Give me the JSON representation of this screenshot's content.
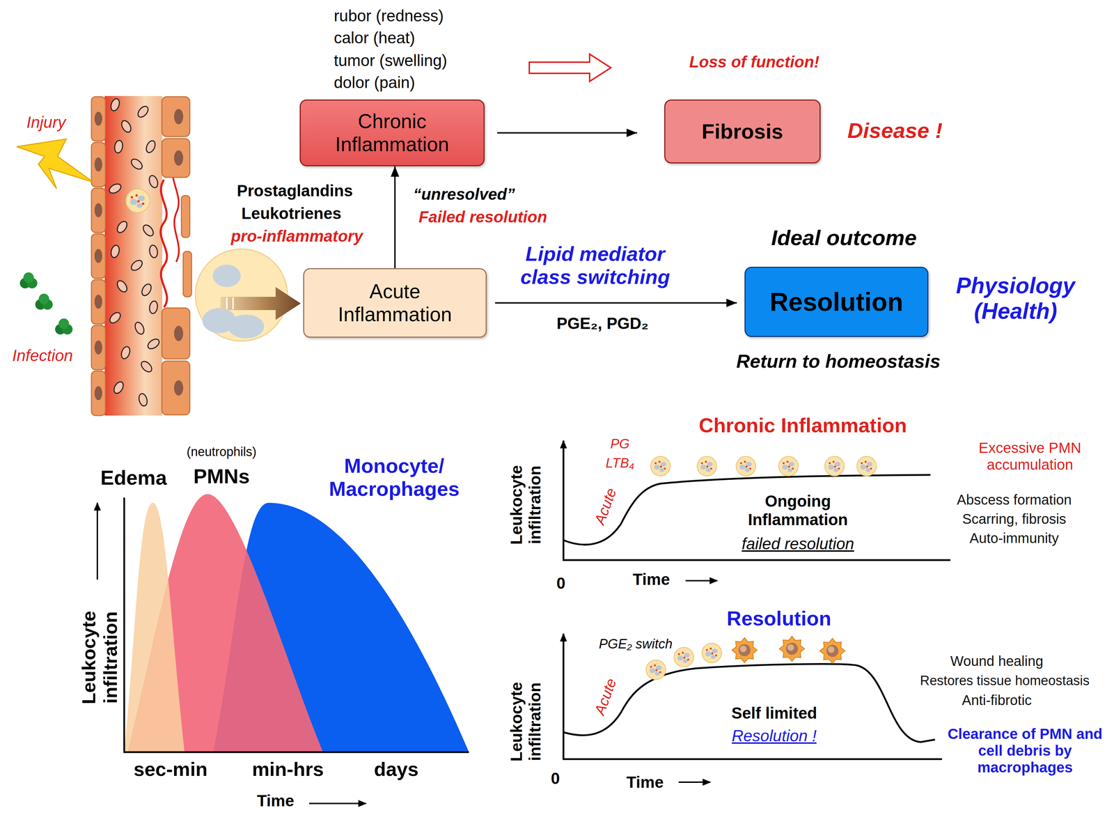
{
  "diagram": {
    "nodes": [
      {
        "text": [
          "Chronic Inflammation"
        ]
      },
      {
        "text": [
          "Fibrosis"
        ]
      },
      {
        "text": [
          "Acute Inflammation"
        ]
      },
      {
        "text": [
          "Resolution"
        ]
      }
    ],
    "edges": [
      {
        "from": 2,
        "to": 0,
        "arrow": "to"
      },
      {
        "from": 0,
        "to": 1,
        "arrow": "to"
      },
      {
        "from": 2,
        "to": 3,
        "arrow": "to"
      }
    ],
    "labels": [
      "Injury",
      "Infection",
      "rubor (redness)",
      "calor (heat)",
      "tumor (swelling)",
      "dolor (pain)",
      "Loss of function!",
      "Disease !",
      "Prostaglandins",
      "Leukotrienes",
      "pro-inflammatory",
      "“unresolved”",
      "Failed resolution",
      "Ideal outcome",
      "Lipid mediator class switching",
      "PGE₂, PGD₂",
      "Physiology (Health)",
      "Return to homeostasis",
      "Edema",
      "(neutrophils)",
      "PMNs",
      "Monocyte/ Macrophages",
      "Leukocyte infiltration",
      "sec-min",
      "min-hrs",
      "days",
      "Time",
      "Chronic Inflammation",
      "PG",
      "LTB₄",
      "Acute",
      "Ongoing Inflammation",
      "failed resolution",
      "Excessive PMN accumulation",
      "Abscess formation",
      "Scarring, fibrosis",
      "Auto-immunity",
      "Leukocyte infiltration",
      "0",
      "Time",
      "Resolution",
      "PGE₂ switch",
      "Acute",
      "Self limited",
      "Resolution !",
      "Wound healing",
      "Restores tissue homeostasis",
      "Anti-fibrotic",
      "Clearance of PMN and cell debris by macrophages",
      "Leukocyte infiltration",
      "0",
      "Time"
    ]
  }
}
